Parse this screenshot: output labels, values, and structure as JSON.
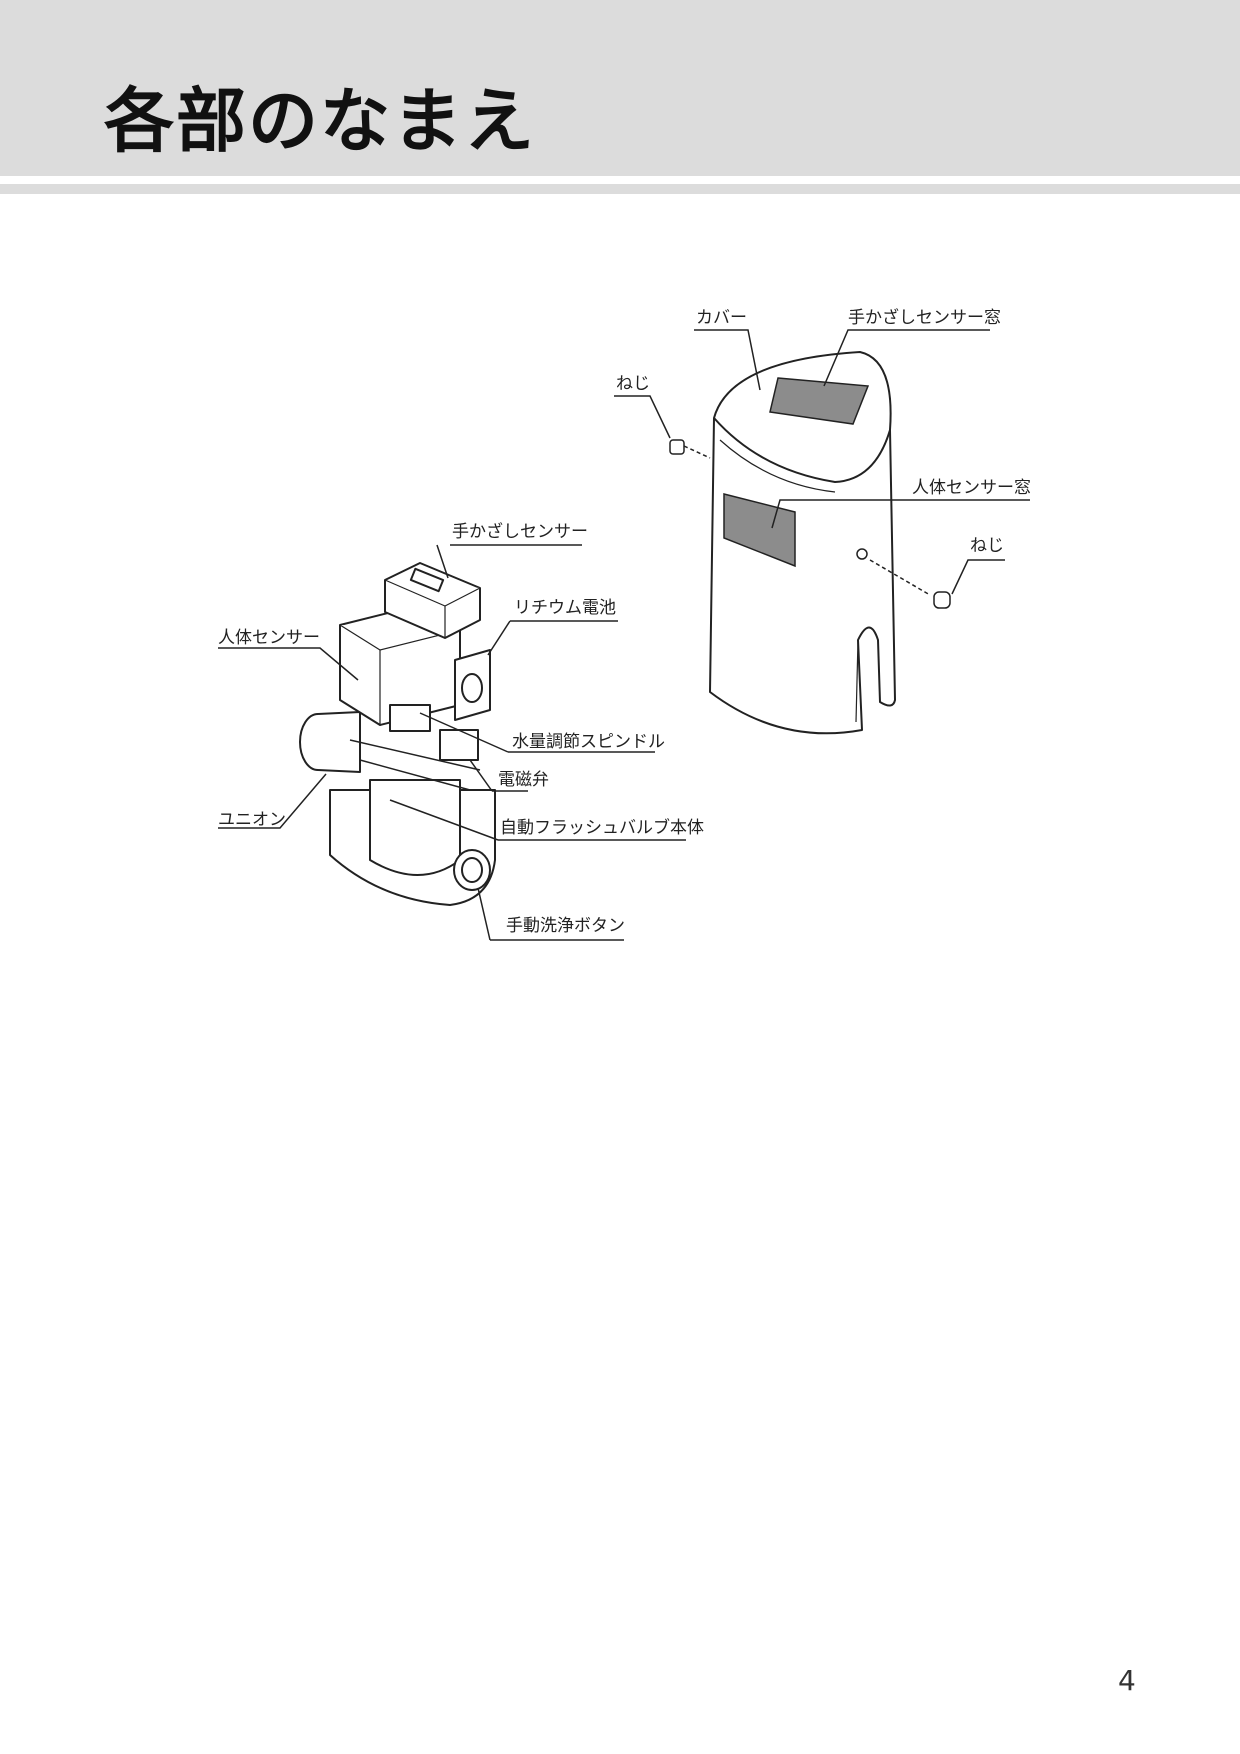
{
  "page": {
    "title": "各部のなまえ",
    "page_number": "4"
  },
  "labels": {
    "cover": "カバー",
    "hand_sensor_window": "手かざしセンサー窓",
    "screw_left": "ねじ",
    "body_sensor_window": "人体センサー窓",
    "screw_right": "ねじ",
    "hand_sensor": "手かざしセンサー",
    "lithium_battery": "リチウム電池",
    "body_sensor": "人体センサー",
    "flow_spindle": "水量調節スピンドル",
    "solenoid_valve": "電磁弁",
    "union": "ユニオン",
    "flush_valve_body": "自動フラッシュバルブ本体",
    "manual_button": "手動洗浄ボタン"
  },
  "colors": {
    "header_band": "#dcdcdc",
    "sensor_window": "#8c8c8c",
    "line": "#222222"
  }
}
